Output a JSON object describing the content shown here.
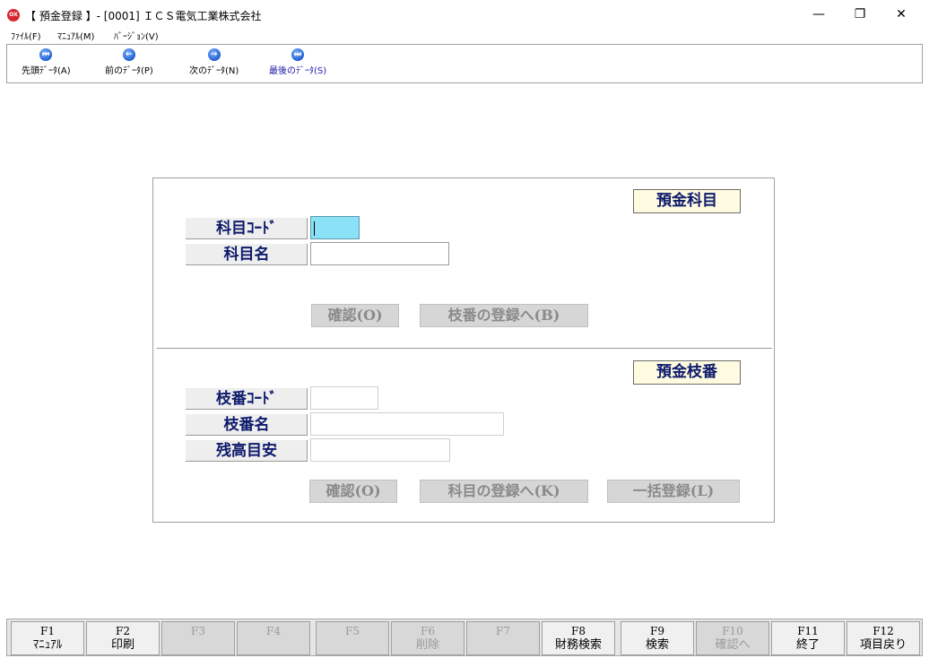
{
  "window": {
    "icon_text": "OX",
    "title": "【 預金登録 】- [0001] ＩＣＳ電気工業株式会社",
    "minimize": "—",
    "maximize": "❐",
    "close": "✕"
  },
  "menu": [
    {
      "label": "ﾌｧｲﾙ(F)"
    },
    {
      "label": "ﾏﾆｭｱﾙ(M)"
    },
    {
      "label": "ﾊﾞｰｼﾞｮﾝ(V)"
    }
  ],
  "toolbar": [
    {
      "label": "先頭ﾃﾞｰﾀ(A)",
      "icon": "first-record-icon",
      "glyph": "⏮"
    },
    {
      "label": "前のﾃﾞｰﾀ(P)",
      "icon": "previous-record-icon",
      "glyph": "←"
    },
    {
      "label": "次のﾃﾞｰﾀ(N)",
      "icon": "next-record-icon",
      "glyph": "→"
    },
    {
      "label": "最後のﾃﾞｰﾀ(S)",
      "icon": "last-record-icon",
      "glyph": "⏭"
    }
  ],
  "account_section": {
    "title": "預金科目",
    "code_label": "科目ｺｰﾄﾞ",
    "code_value": "",
    "name_label": "科目名",
    "name_value": "",
    "confirm_button": "確認(O)",
    "branch_register_button": "枝番の登録へ(B)"
  },
  "branch_section": {
    "title": "預金枝番",
    "code_label": "枝番ｺｰﾄﾞ",
    "code_value": "",
    "name_label": "枝番名",
    "name_value": "",
    "balance_label": "残高目安",
    "balance_value": "",
    "confirm_button": "確認(O)",
    "account_register_button": "科目の登録へ(K)",
    "bulk_register_button": "一括登録(L)"
  },
  "fkeys": [
    {
      "name": "F1",
      "label": "ﾏﾆｭｱﾙ",
      "enabled": true
    },
    {
      "name": "F2",
      "label": "印刷",
      "enabled": true
    },
    {
      "name": "F3",
      "label": "",
      "enabled": false
    },
    {
      "name": "F4",
      "label": "",
      "enabled": false
    },
    {
      "name": "F5",
      "label": "",
      "enabled": false
    },
    {
      "name": "F6",
      "label": "削除",
      "enabled": false
    },
    {
      "name": "F7",
      "label": "",
      "enabled": false
    },
    {
      "name": "F8",
      "label": "財務検索",
      "enabled": true
    },
    {
      "name": "F9",
      "label": "検索",
      "enabled": true
    },
    {
      "name": "F10",
      "label": "確認へ",
      "enabled": false
    },
    {
      "name": "F11",
      "label": "終了",
      "enabled": true
    },
    {
      "name": "F12",
      "label": "項目戻り",
      "enabled": true
    }
  ],
  "colors": {
    "accent_text": "#0d1a6b",
    "active_input": "#8be2f7",
    "section_tag_bg": "#fffbe0"
  }
}
